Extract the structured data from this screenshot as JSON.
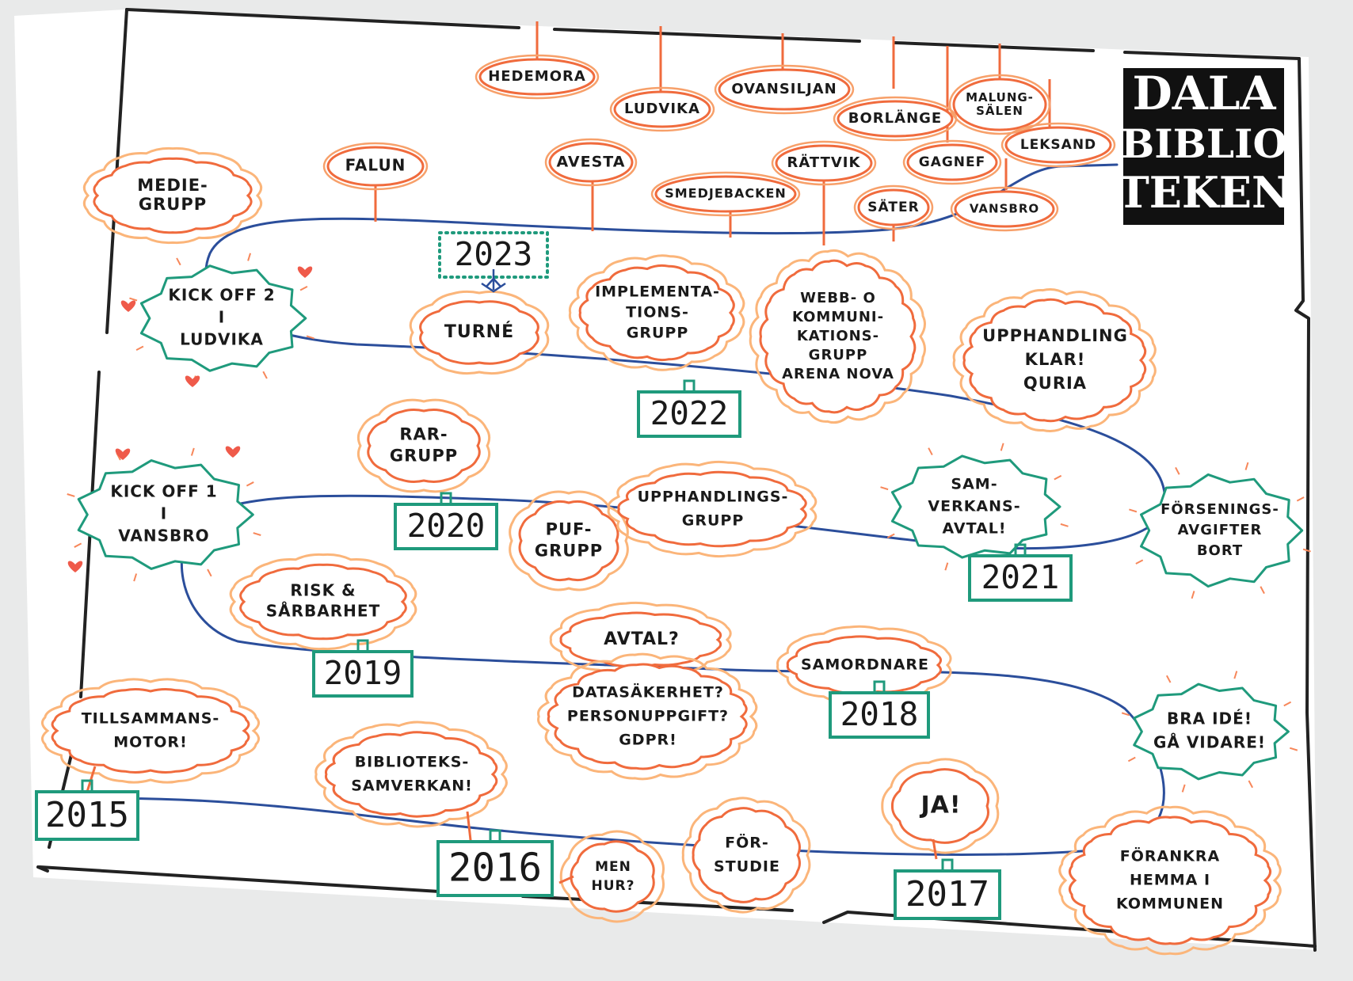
{
  "logo": {
    "lines": [
      "DALA",
      "BIBLIO",
      "TEKEN"
    ]
  },
  "colors": {
    "orange": "#f06b3d",
    "green": "#1f9a7c",
    "blue": "#2b4e9b",
    "ink": "#1a1a1a",
    "paper": "#ffffff"
  },
  "municipalities": [
    {
      "name": "HEDEMORA"
    },
    {
      "name": "LUDVIKA"
    },
    {
      "name": "OVANSILJAN"
    },
    {
      "name": "BORLÄNGE"
    },
    {
      "name": "MALUNG- SÄLEN"
    },
    {
      "name": "FALUN"
    },
    {
      "name": "AVESTA"
    },
    {
      "name": "RÄTTVIK"
    },
    {
      "name": "GAGNEF"
    },
    {
      "name": "LEKSAND"
    },
    {
      "name": "SMEDJEBACKEN"
    },
    {
      "name": "SÄTER"
    },
    {
      "name": "VANSBRO"
    }
  ],
  "years": [
    "2015",
    "2016",
    "2017",
    "2018",
    "2019",
    "2020",
    "2021",
    "2022",
    "2023"
  ],
  "clouds": [
    {
      "text": "MEDIE- GRUPP"
    },
    {
      "text": "TURNÉ"
    },
    {
      "text": "IMPLEMENTA- TIONS- GRUPP"
    },
    {
      "text": "WEBB- O KOMMUNI- KATIONS- GRUPP ARENA NOVA"
    },
    {
      "text": "UPPHANDLING KLAR! QURIA"
    },
    {
      "text": "RAR- GRUPP"
    },
    {
      "text": "PUF- GRUPP"
    },
    {
      "text": "UPPHANDLINGS- GRUPP"
    },
    {
      "text": "RISK & SÅRBARHET"
    },
    {
      "text": "AVTAL?"
    },
    {
      "text": "DATASÄKERHET? PERSONUPPGIFT? GDPR!"
    },
    {
      "text": "SAMORDNARE"
    },
    {
      "text": "TILLSAMMANS- MOTOR!"
    },
    {
      "text": "BIBLIOTEKS- SAMVERKAN!"
    },
    {
      "text": "MEN HUR?"
    },
    {
      "text": "FÖR- STUDIE"
    },
    {
      "text": "JA!"
    },
    {
      "text": "FÖRANKRA HEMMA I KOMMUNEN"
    }
  ],
  "bursts": [
    {
      "text": "KICK OFF 2 I LUDVIKA"
    },
    {
      "text": "KICK OFF 1 I VANSBRO"
    },
    {
      "text": "SAM- VERKANS- AVTAL!"
    },
    {
      "text": "FÖRSENINGS- AVGIFTER BORT"
    },
    {
      "text": "BRA IDÉ! GÅ VIDARE!"
    }
  ]
}
